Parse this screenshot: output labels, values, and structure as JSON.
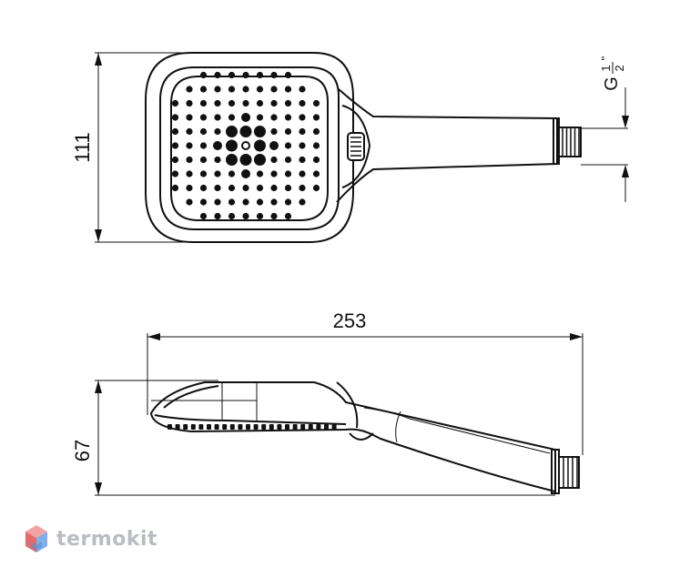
{
  "drawing": {
    "dim_width": "253",
    "dim_height_front": "111",
    "dim_height_side": "67",
    "thread_prefix": "G",
    "thread_num": "1",
    "thread_den": "2",
    "thread_unit": "\""
  },
  "brand": {
    "name": "termokit",
    "icon": "hexagon-logo-icon",
    "colors": {
      "top": "#f2a3a3",
      "left": "#e66a6a",
      "right": "#7fb0e8",
      "bottom": "#4a8fdb"
    }
  }
}
